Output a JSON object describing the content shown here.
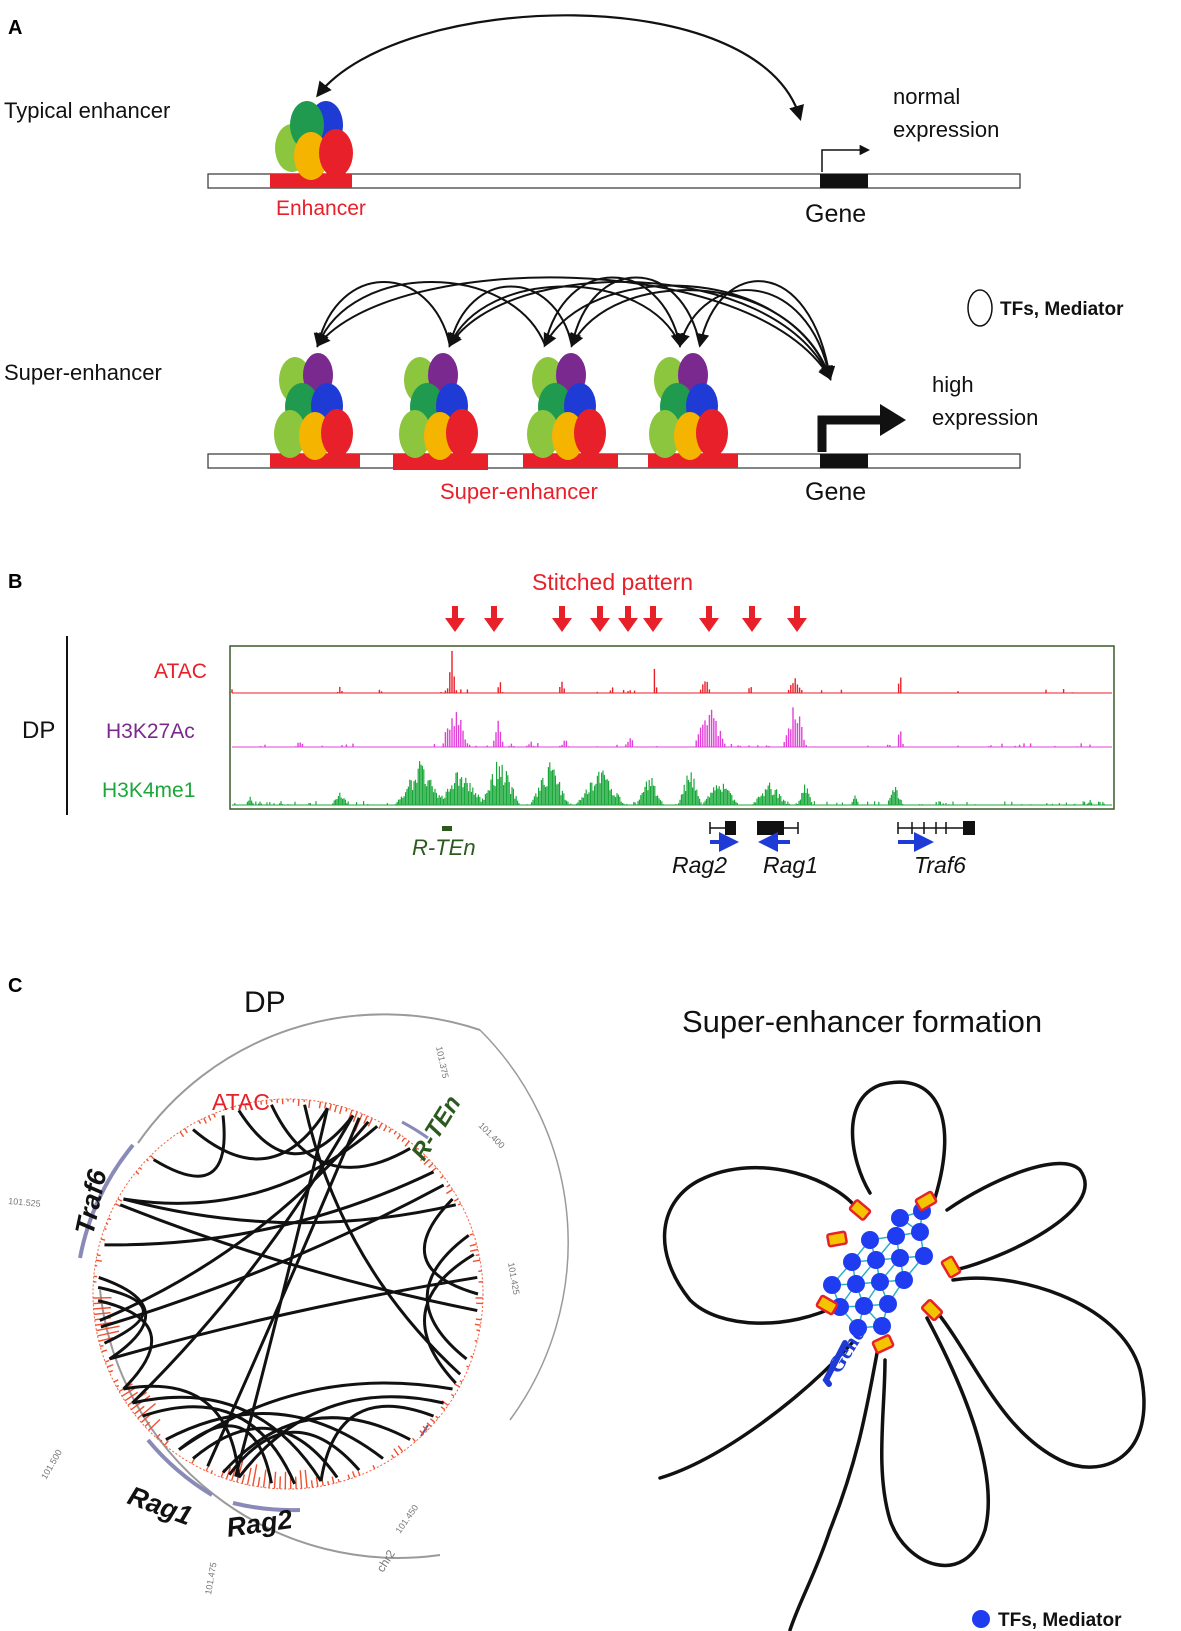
{
  "panelA": {
    "label": "A",
    "typical": {
      "title": "Typical enhancer",
      "enhancer_label": "Enhancer",
      "gene_label": "Gene",
      "expression_line1": "normal",
      "expression_line2": "expression"
    },
    "super": {
      "title": "Super-enhancer",
      "enhancer_label": "Super-enhancer",
      "gene_label": "Gene",
      "expression_line1": "high",
      "expression_line2": "expression",
      "legend": "TFs, Mediator"
    }
  },
  "panelB": {
    "label": "B",
    "title": "Stitched pattern",
    "group_label": "DP",
    "tracks": [
      {
        "name": "ATAC",
        "color": "#e8202a"
      },
      {
        "name": "H3K27Ac",
        "color": "#7a2a8e"
      },
      {
        "name": "H3K4me1",
        "color": "#1aa83a"
      }
    ],
    "genes": {
      "rten": "R-TEn",
      "rag2": "Rag2",
      "rag1": "Rag1",
      "traf6": "Traf6"
    }
  },
  "panelC": {
    "label": "C",
    "left_title": "DP",
    "atac_label": "ATAC",
    "genes": {
      "rten": "R-TEn",
      "traf6": "Traf6",
      "rag1": "Rag1",
      "rag2": "Rag2"
    },
    "ticks": {
      "t375": "101.375",
      "t400": "101.400",
      "t425": "101.425",
      "t450": "101.450",
      "t475": "101.475",
      "t500": "101.500",
      "t525": "101.525"
    },
    "chrom": "chr2",
    "right_title": "Super-enhancer formation",
    "gene_label": "Gene",
    "legend": "TFs, Mediator"
  },
  "colors": {
    "red": "#e8202a",
    "blue": "#1f3bd6",
    "green": "#1aa83a",
    "purple": "#7a2a8e",
    "magenta": "#e040d8",
    "yellow": "#f5b400",
    "lightgreen": "#8cc63f",
    "darkgreen": "#1f9a4e",
    "dotblue": "#1f3cf0"
  }
}
